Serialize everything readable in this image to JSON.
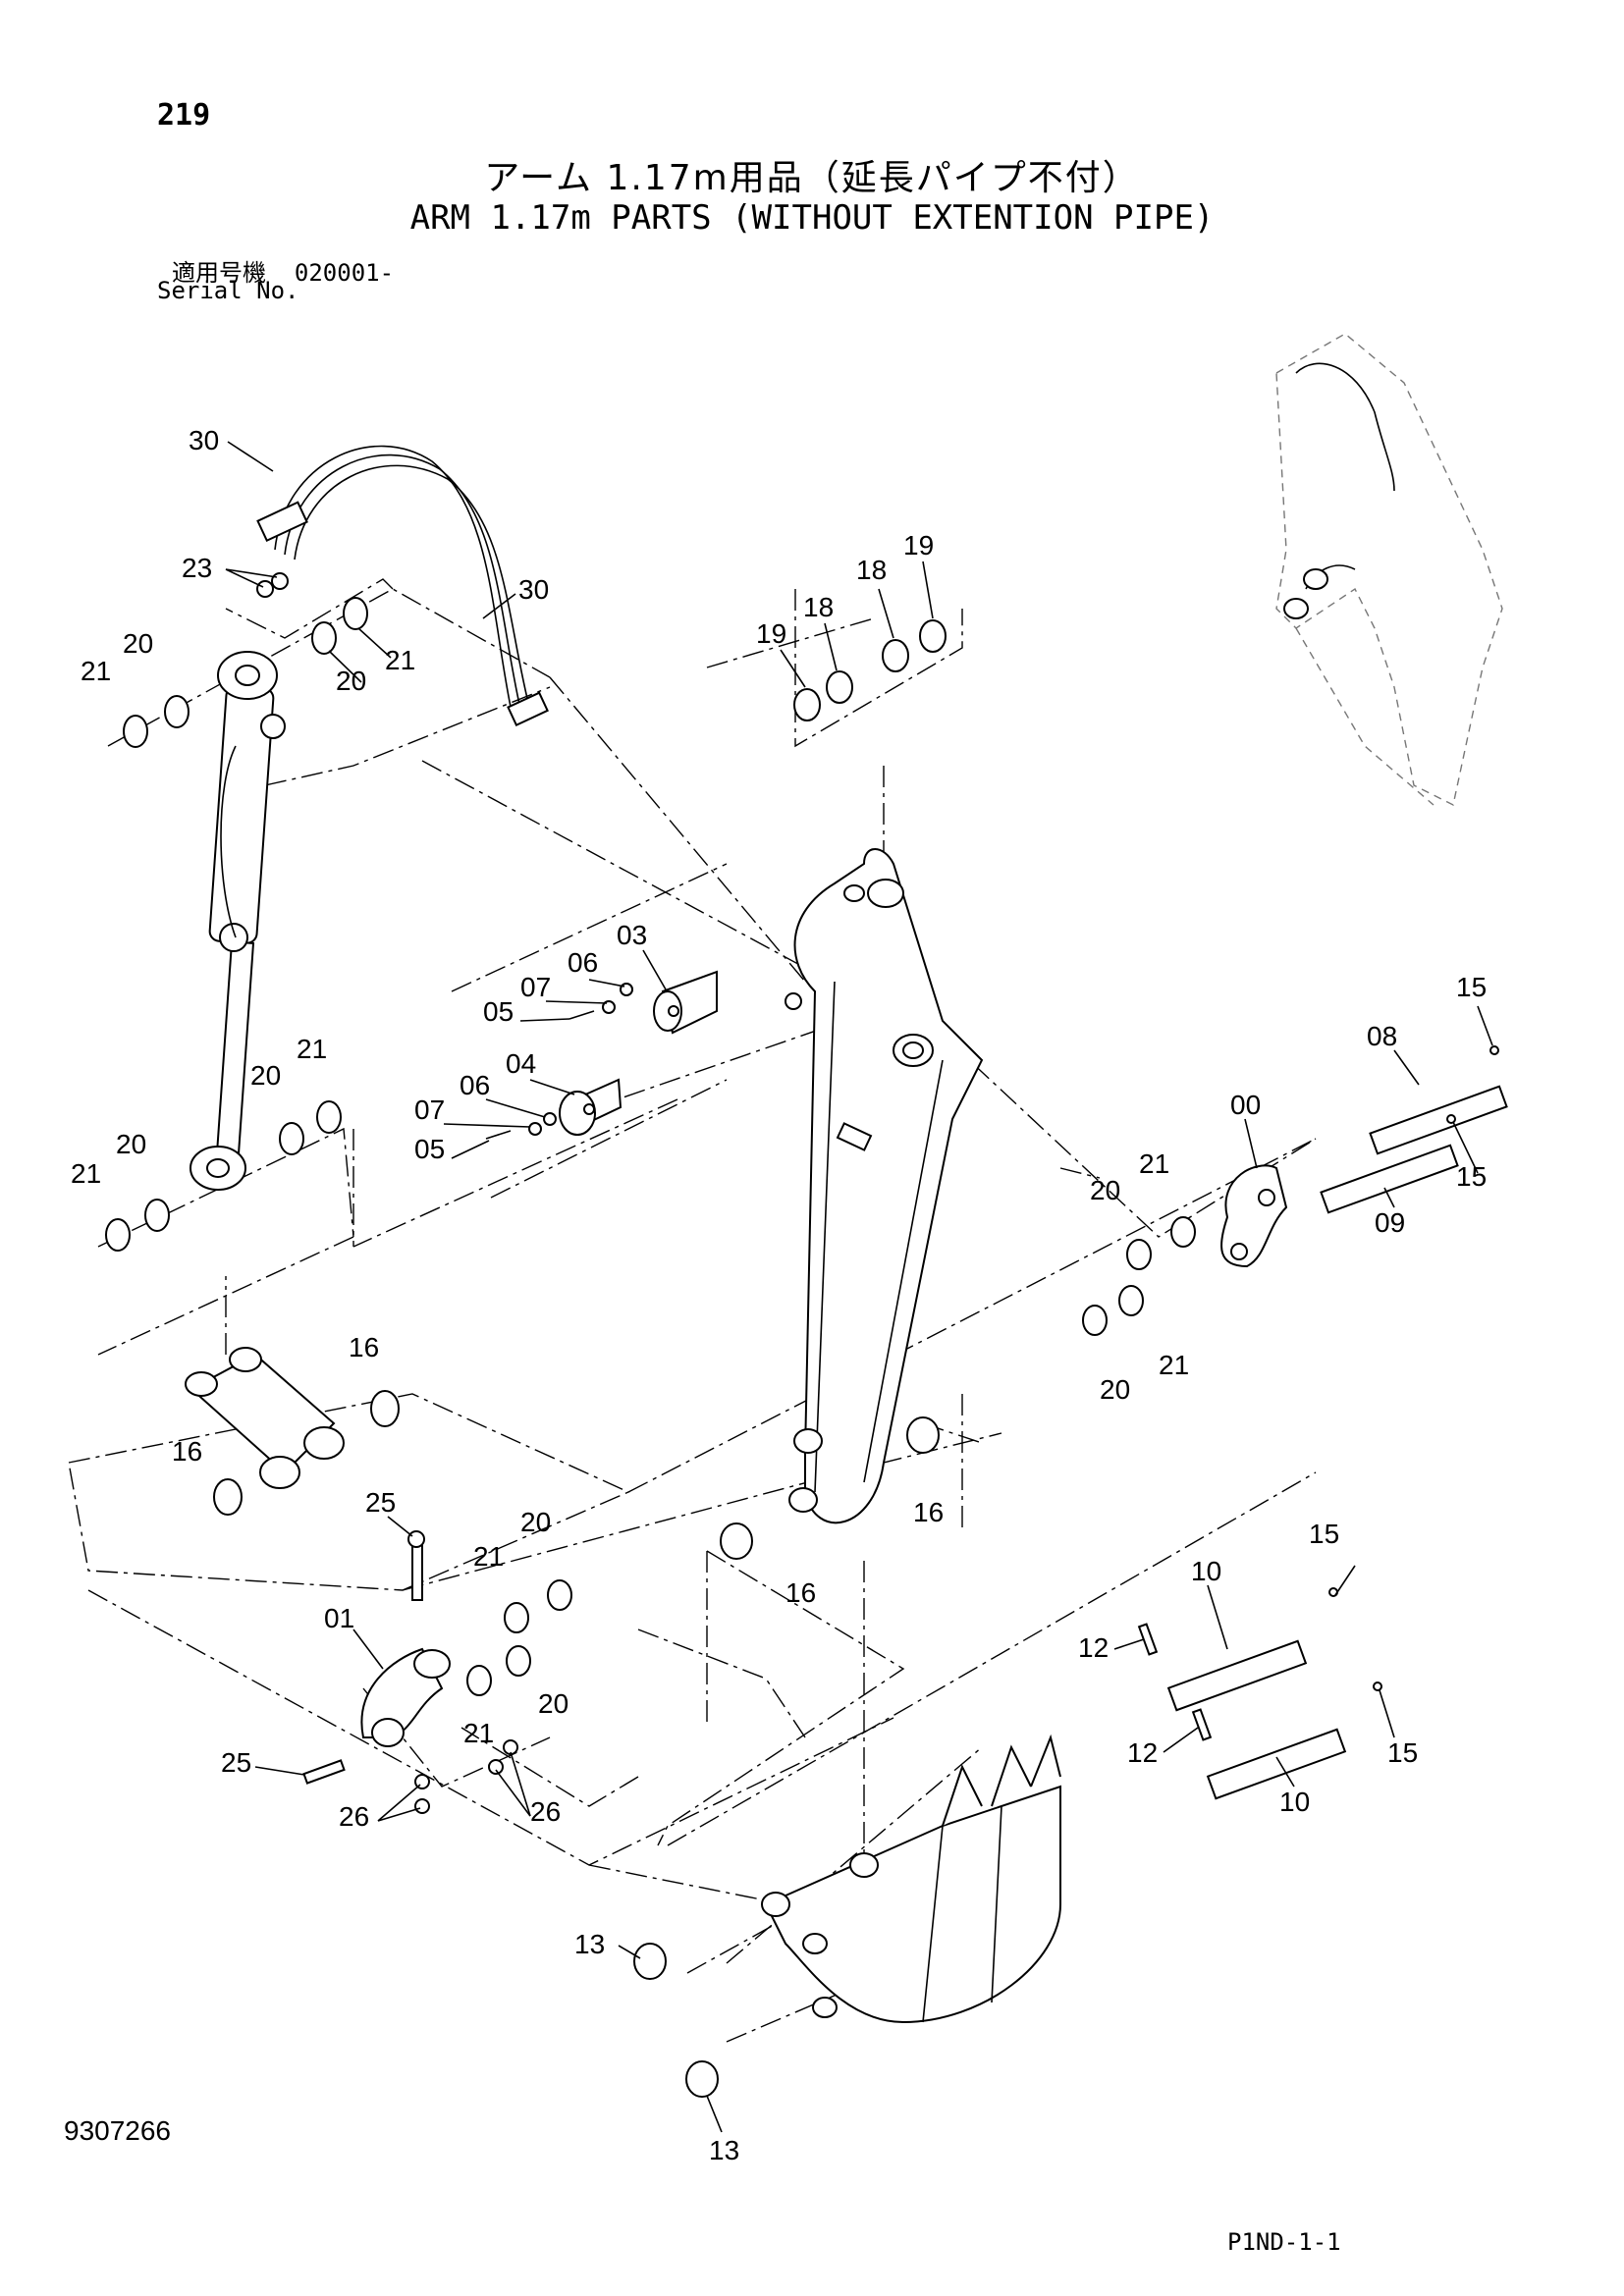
{
  "header": {
    "page_number": "219",
    "title_jp": "アーム 1.17m用品（延長パイプ不付）",
    "title_en": "ARM 1.17m PARTS (WITHOUT EXTENTION PIPE)",
    "serial_label_jp": "適用号機",
    "serial_value": "020001-",
    "serial_label_en": "Serial No."
  },
  "footer": {
    "doc_number": "9307266",
    "page_code": "P1ND-1-1"
  },
  "callouts": [
    {
      "id": "c30a",
      "label": "30"
    },
    {
      "id": "c30b",
      "label": "30"
    },
    {
      "id": "c23",
      "label": "23"
    },
    {
      "id": "c21a",
      "label": "21"
    },
    {
      "id": "c20a",
      "label": "20"
    },
    {
      "id": "c20b",
      "label": "20"
    },
    {
      "id": "c21b",
      "label": "21"
    },
    {
      "id": "c19a",
      "label": "19"
    },
    {
      "id": "c18a",
      "label": "18"
    },
    {
      "id": "c18b",
      "label": "18"
    },
    {
      "id": "c19b",
      "label": "19"
    },
    {
      "id": "c03",
      "label": "03"
    },
    {
      "id": "c06a",
      "label": "06"
    },
    {
      "id": "c07a",
      "label": "07"
    },
    {
      "id": "c05a",
      "label": "05"
    },
    {
      "id": "c04",
      "label": "04"
    },
    {
      "id": "c06b",
      "label": "06"
    },
    {
      "id": "c07b",
      "label": "07"
    },
    {
      "id": "c05b",
      "label": "05"
    },
    {
      "id": "c21c",
      "label": "21"
    },
    {
      "id": "c20c",
      "label": "20"
    },
    {
      "id": "c20d",
      "label": "20"
    },
    {
      "id": "c21d",
      "label": "21"
    },
    {
      "id": "c15a",
      "label": "15"
    },
    {
      "id": "c08",
      "label": "08"
    },
    {
      "id": "c00",
      "label": "00"
    },
    {
      "id": "c21e",
      "label": "21"
    },
    {
      "id": "c15b",
      "label": "15"
    },
    {
      "id": "c20e",
      "label": "20"
    },
    {
      "id": "c09",
      "label": "09"
    },
    {
      "id": "c21f",
      "label": "21"
    },
    {
      "id": "c20f",
      "label": "20"
    },
    {
      "id": "c16a",
      "label": "16"
    },
    {
      "id": "c16b",
      "label": "16"
    },
    {
      "id": "c16c",
      "label": "16"
    },
    {
      "id": "c16d",
      "label": "16"
    },
    {
      "id": "c25a",
      "label": "25"
    },
    {
      "id": "c20g",
      "label": "20"
    },
    {
      "id": "c21g",
      "label": "21"
    },
    {
      "id": "c01",
      "label": "01"
    },
    {
      "id": "c20h",
      "label": "20"
    },
    {
      "id": "c21h",
      "label": "21"
    },
    {
      "id": "c25b",
      "label": "25"
    },
    {
      "id": "c26a",
      "label": "26"
    },
    {
      "id": "c26b",
      "label": "26"
    },
    {
      "id": "c15c",
      "label": "15"
    },
    {
      "id": "c10a",
      "label": "10"
    },
    {
      "id": "c12a",
      "label": "12"
    },
    {
      "id": "c12b",
      "label": "12"
    },
    {
      "id": "c15d",
      "label": "15"
    },
    {
      "id": "c10b",
      "label": "10"
    },
    {
      "id": "c13a",
      "label": "13"
    },
    {
      "id": "c13b",
      "label": "13"
    }
  ]
}
